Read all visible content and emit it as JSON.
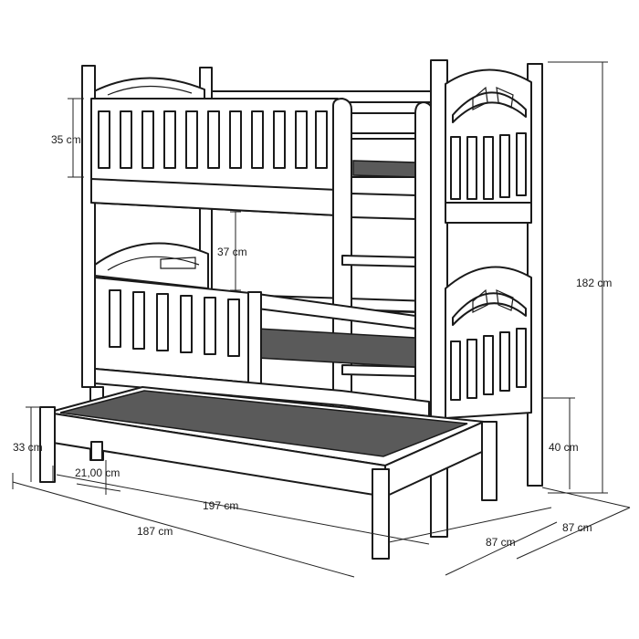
{
  "dimensions": {
    "upper_guard_height": "35 cm",
    "upper_bed_gap": "37 cm",
    "total_height": "182 cm",
    "lower_bed_height": "40 cm",
    "trundle_height": "33 cm",
    "trundle_clearance": "21,00 cm",
    "trundle_length": "197 cm",
    "bed_length": "187 cm",
    "trundle_width": "87 cm",
    "bed_width": "87 cm"
  }
}
